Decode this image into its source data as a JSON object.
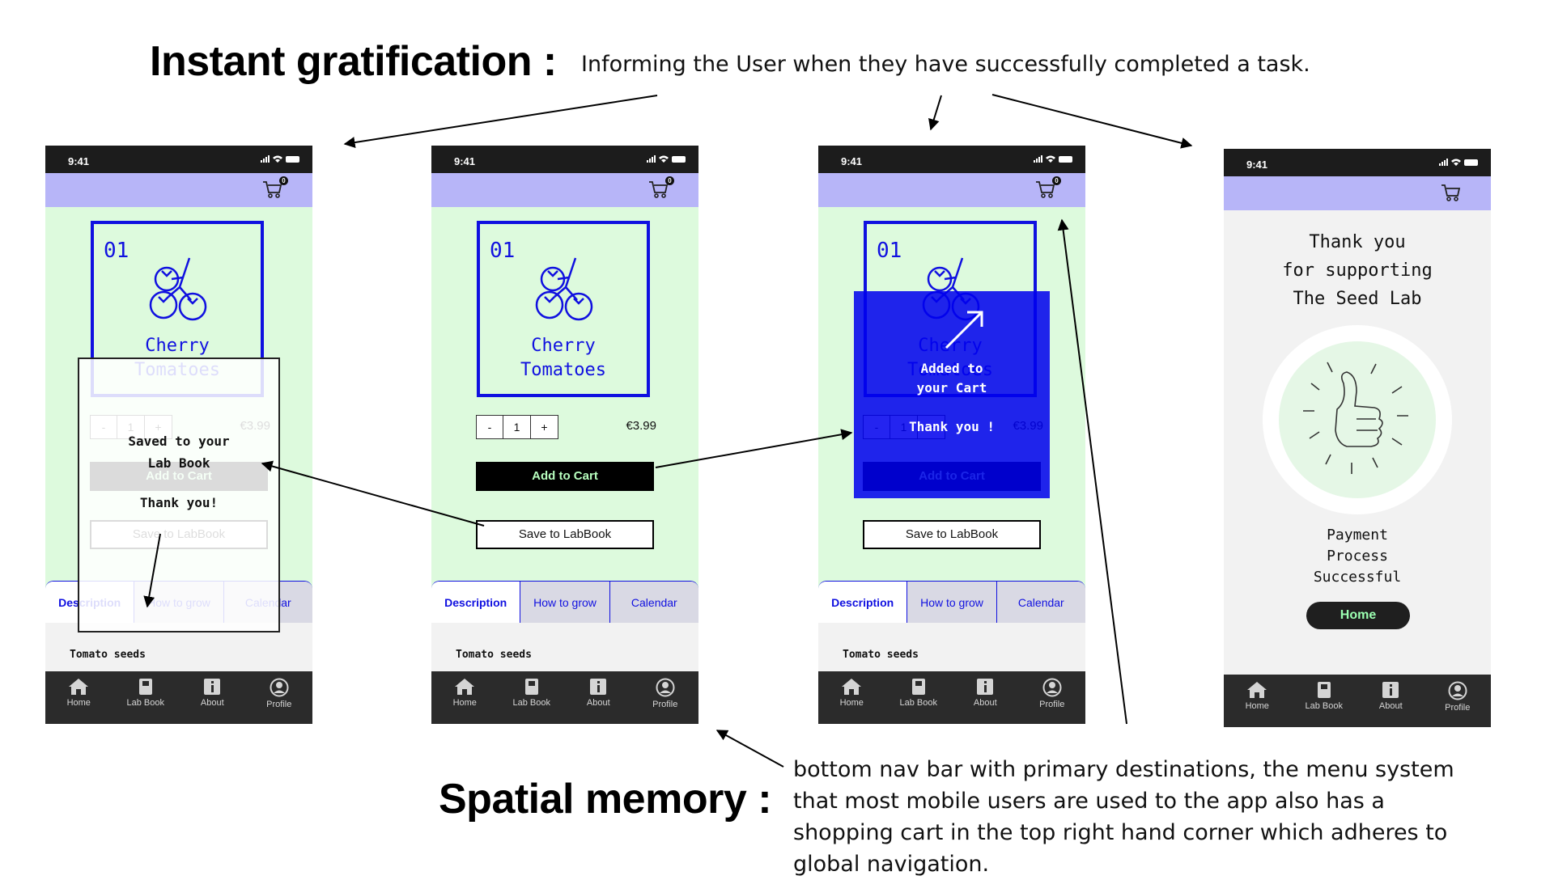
{
  "annotations": {
    "instant_heading": "Instant gratification :",
    "instant_text": "Informing the User when they have successfully completed a task.",
    "spatial_heading": "Spatial memory :",
    "spatial_text": "bottom nav bar with primary destinations, the menu system that most mobile users are used to the app also has a shopping cart in the top right hand corner which adheres to global navigation."
  },
  "status": {
    "time": "9:41"
  },
  "cart": {
    "badge": "0",
    "icon": "cart-icon"
  },
  "product": {
    "number": "01",
    "title_line1": "Cherry",
    "title_line2": "Tomatoes",
    "quantity": "1",
    "minus": "-",
    "plus": "+",
    "price": "€3.99",
    "add_to_cart": "Add to Cart",
    "save_labbook": "Save to LabBook",
    "tabs": [
      "Description",
      "How to grow",
      "Calendar"
    ],
    "description": "Tomato seeds"
  },
  "nav": [
    {
      "label": "Home",
      "icon": "home-icon"
    },
    {
      "label": "Lab Book",
      "icon": "book-icon"
    },
    {
      "label": "About",
      "icon": "info-icon"
    },
    {
      "label": "Profile",
      "icon": "profile-icon"
    }
  ],
  "overlay_saved": {
    "line1": "Saved to your",
    "line2": "Lab Book",
    "line3": "Thank you!"
  },
  "overlay_added": {
    "line1": "Added to",
    "line2": "your Cart",
    "line3": "Thank you !"
  },
  "success": {
    "line1": "Thank you",
    "line2": "for supporting",
    "line3": "The Seed Lab",
    "pay1": "Payment",
    "pay2": "Process",
    "pay3": "Successful",
    "home_button": "Home"
  },
  "colors": {
    "screen_bg": "#ddfadd",
    "top_bar": "#b7b5f8",
    "accent_blue": "#1010e0",
    "nav_bg": "#2b2b2b",
    "button_text_green": "#b8ffbf"
  }
}
